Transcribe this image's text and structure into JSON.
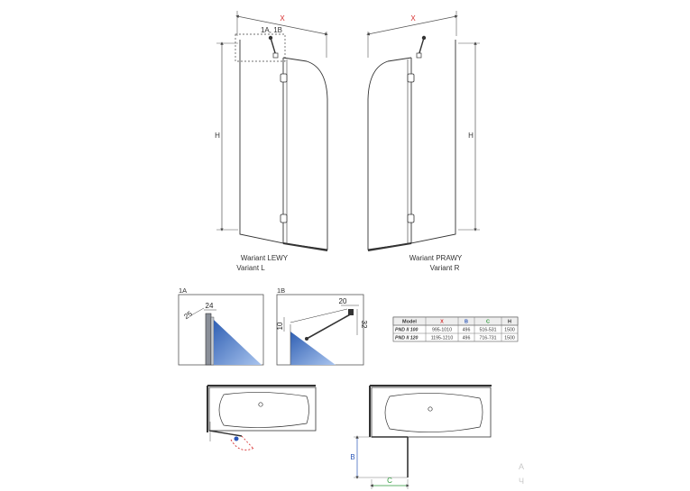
{
  "top_views": {
    "left": {
      "dim_x": "X",
      "dim_h": "H",
      "detail_ref": "1A, 1B",
      "caption_pl": "Wariant LEWY",
      "caption_en": "Variant L"
    },
    "right": {
      "dim_x": "X",
      "dim_h": "H",
      "caption_pl": "Wariant PRAWY",
      "caption_en": "Variant R"
    }
  },
  "detail_1a": {
    "label": "1A",
    "dim_a": "24",
    "dim_b": "25"
  },
  "detail_1b": {
    "label": "1B",
    "dim_top": "20",
    "dim_left": "10",
    "dim_right": "32"
  },
  "spec_table": {
    "headers": [
      "Model",
      "X",
      "B",
      "C",
      "H"
    ],
    "header_colors": [
      "#333333",
      "#d62d2d",
      "#2b56b8",
      "#2e9a3a",
      "#333333"
    ],
    "rows": [
      [
        "PND II 100",
        "995-1010",
        "496",
        "516-531",
        "1500"
      ],
      [
        "PND II 120",
        "1195-1210",
        "496",
        "716-731",
        "1500"
      ]
    ]
  },
  "plan_views": {
    "dim_b": "B",
    "dim_c": "C"
  },
  "watermark": {
    "line1": "A",
    "line2": "Ч"
  },
  "colors": {
    "glass": "#4a78c8",
    "dim_red": "#d62d2d",
    "dim_blue": "#2b56b8",
    "dim_green": "#2e9a3a",
    "line": "#2a2a2a"
  }
}
